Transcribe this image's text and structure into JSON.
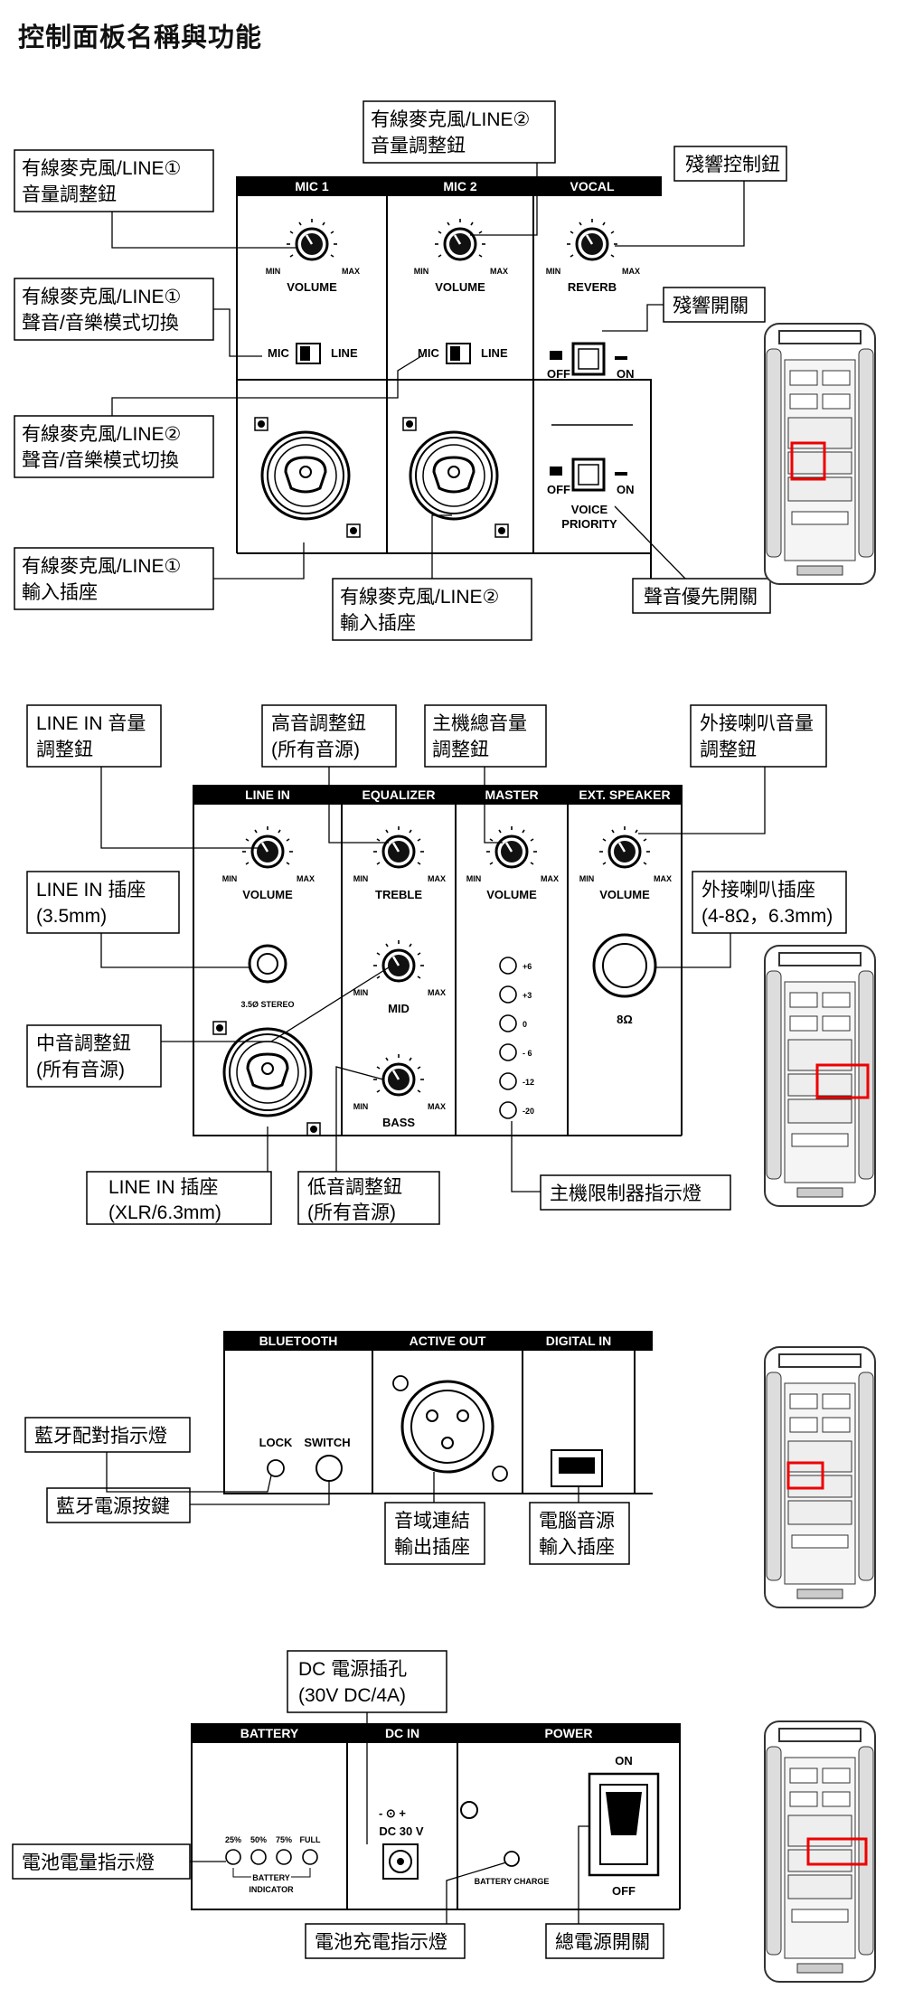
{
  "title": "控制面板名稱與功能",
  "s1": {
    "headers": [
      "MIC 1",
      "MIC 2",
      "VOCAL"
    ],
    "knob_volume": "VOLUME",
    "knob_reverb": "REVERB",
    "min": "MIN",
    "max": "MAX",
    "mic": "MIC",
    "line": "LINE",
    "off": "OFF",
    "on": "ON",
    "voice1": "VOICE",
    "voice2": "PRIORITY",
    "c_mic1_vol": [
      "有線麥克風/LINE①",
      "音量調整鈕"
    ],
    "c_mic2_vol": [
      "有線麥克風/LINE②",
      "音量調整鈕"
    ],
    "c_reverb": [
      "殘響控制鈕"
    ],
    "c_mic1_mode": [
      "有線麥克風/LINE①",
      "聲音/音樂模式切換"
    ],
    "c_reverb_sw": [
      "殘響開關"
    ],
    "c_mic2_mode": [
      "有線麥克風/LINE②",
      "聲音/音樂模式切換"
    ],
    "c_mic1_in": [
      "有線麥克風/LINE①",
      "輸入插座"
    ],
    "c_mic2_in": [
      "有線麥克風/LINE②",
      "輸入插座"
    ],
    "c_priority": [
      "聲音優先開關"
    ]
  },
  "s2": {
    "headers": [
      "LINE IN",
      "EQUALIZER",
      "MASTER",
      "EXT. SPEAKER"
    ],
    "volume": "VOLUME",
    "treble": "TREBLE",
    "mid": "MID",
    "bass": "BASS",
    "min": "MIN",
    "max": "MAX",
    "stereo": "3.5Ø STEREO",
    "ohm": "8Ω",
    "leds": [
      "+6",
      "+3",
      "0",
      "- 6",
      "-12",
      "-20"
    ],
    "c_linein_vol": [
      "LINE IN 音量",
      "調整鈕"
    ],
    "c_treble": [
      "高音調整鈕",
      "(所有音源)"
    ],
    "c_master": [
      "主機總音量",
      "調整鈕"
    ],
    "c_ext_vol": [
      "外接喇叭音量",
      "調整鈕"
    ],
    "c_linein_jack": [
      "LINE IN 插座",
      "(3.5mm)"
    ],
    "c_ext_jack": [
      "外接喇叭插座",
      "(4-8Ω，6.3mm)"
    ],
    "c_mid": [
      "中音調整鈕",
      "(所有音源)"
    ],
    "c_linein_xlr": [
      "LINE IN 插座",
      "(XLR/6.3mm)"
    ],
    "c_bass": [
      "低音調整鈕",
      "(所有音源)"
    ],
    "c_limiter": [
      "主機限制器指示燈"
    ]
  },
  "s3": {
    "headers": [
      "BLUETOOTH",
      "ACTIVE OUT",
      "DIGITAL IN"
    ],
    "lock": "LOCK",
    "switch": "SWITCH",
    "c_pair": [
      "藍牙配對指示燈"
    ],
    "c_bt_power": [
      "藍牙電源按鍵"
    ],
    "c_active": [
      "音域連結",
      "輸出插座"
    ],
    "c_digital": [
      "電腦音源",
      "輸入插座"
    ]
  },
  "s4": {
    "headers": [
      "BATTERY",
      "DC IN",
      "POWER"
    ],
    "levels": [
      "25%",
      "50%",
      "75%",
      "FULL"
    ],
    "battery": "BATTERY",
    "indicator": "INDICATOR",
    "dc30": "DC 30 V",
    "charge": "BATTERY CHARGE",
    "on": "ON",
    "off": "OFF",
    "c_dc": [
      "DC 電源插孔",
      "(30V DC/4A)"
    ],
    "c_batt": [
      "電池電量指示燈"
    ],
    "c_charge": [
      "電池充電指示燈"
    ],
    "c_power": [
      "總電源開關"
    ]
  }
}
